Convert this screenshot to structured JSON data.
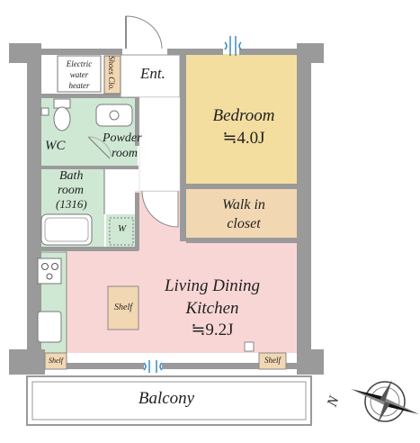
{
  "rooms": {
    "entrance": "Ent.",
    "bedroom": "Bedroom",
    "bedroom_size": "≒4.0J",
    "walk_in_closet_line1": "Walk in",
    "walk_in_closet_line2": "closet",
    "ldk_line1": "Living Dining",
    "ldk_line2": "Kitchen",
    "ldk_size": "≒9.2J",
    "wc": "WC",
    "powder_room_line1": "Powder",
    "powder_room_line2": "room",
    "bath_line1": "Bath",
    "bath_line2": "room",
    "bath_size": "(1316)",
    "balcony": "Balcony"
  },
  "fixtures": {
    "water_heater_line1": "Electric",
    "water_heater_line2": "water",
    "water_heater_line3": "heater",
    "shoes_closet": "Shoes Clo.",
    "washer": "W",
    "shelf_ldk": "Shelf",
    "shelf_left": "Shelf",
    "shelf_right": "Shelf"
  },
  "compass": {
    "north_label": "N"
  },
  "colors": {
    "wall": "#9a9a9a",
    "bedroom": "#f3dea0",
    "closet": "#f2d7b3",
    "ldk": "#f9d6d6",
    "wet_area": "#cfe8d4",
    "balcony_rail": "#b0b0b0"
  }
}
